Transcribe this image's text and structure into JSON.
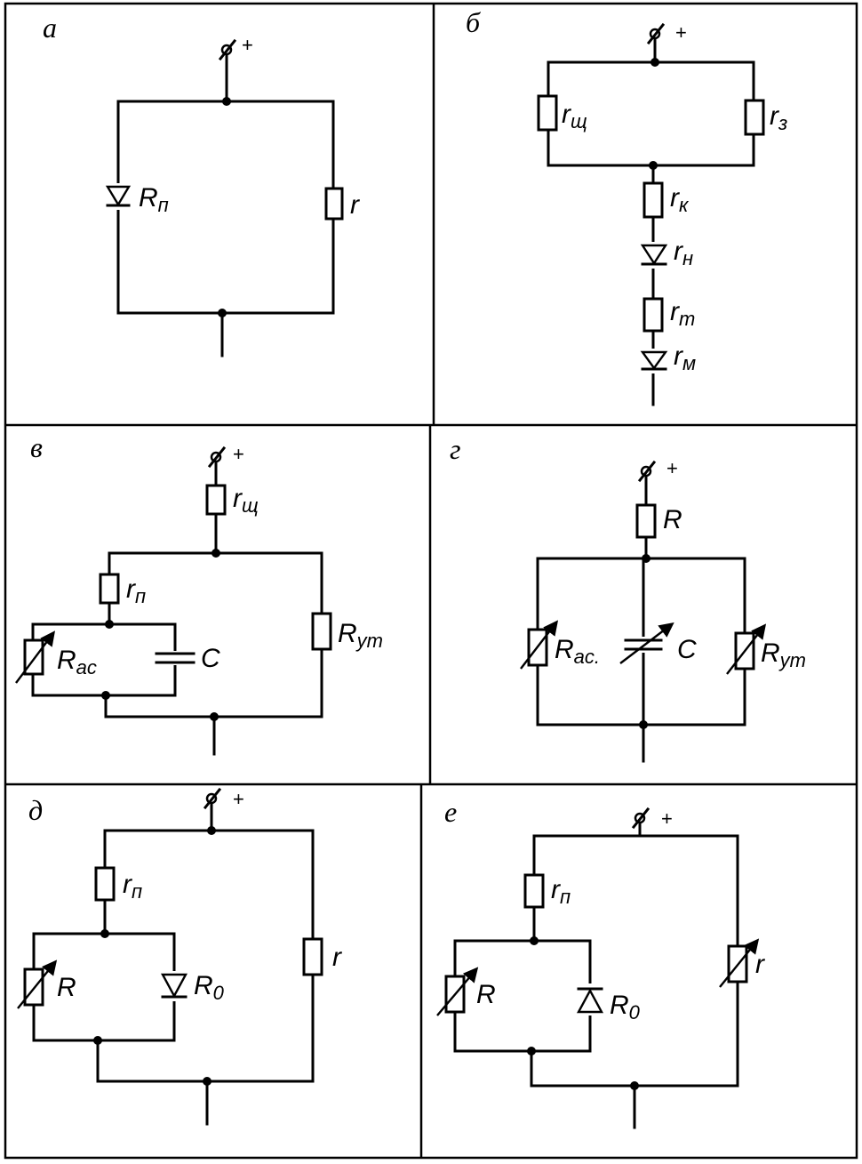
{
  "panels": {
    "a": {
      "label": "а",
      "plus": "+",
      "Rn": {
        "main": "R",
        "sub": "п"
      },
      "r": "r"
    },
    "b": {
      "label": "б",
      "plus": "+",
      "rsh": {
        "main": "r",
        "sub": "щ"
      },
      "rz": {
        "main": "r",
        "sub": "з"
      },
      "rk": {
        "main": "r",
        "sub": "к"
      },
      "rn": {
        "main": "r",
        "sub": "н"
      },
      "rt": {
        "main": "r",
        "sub": "т"
      },
      "rm": {
        "main": "r",
        "sub": "м"
      }
    },
    "v": {
      "label": "в",
      "plus": "+",
      "rsh": {
        "main": "r",
        "sub": "щ"
      },
      "rp": {
        "main": "r",
        "sub": "п"
      },
      "Rac": {
        "main": "R",
        "sub": "ас"
      },
      "C": "C",
      "Rut": {
        "main": "R",
        "sub": "ут"
      }
    },
    "g": {
      "label": "г",
      "plus": "+",
      "R": "R",
      "Rac": {
        "main": "R",
        "sub": "ас."
      },
      "C": "C",
      "Rut": {
        "main": "R",
        "sub": "ут"
      }
    },
    "d": {
      "label": "д",
      "plus": "+",
      "rn": {
        "main": "r",
        "sub": "п"
      },
      "R": "R",
      "R0": {
        "main": "R",
        "sub": "0"
      },
      "r": "r"
    },
    "e": {
      "label": "е",
      "plus": "+",
      "rp": {
        "main": "r",
        "sub": "п"
      },
      "R": "R",
      "R0": {
        "main": "R",
        "sub": "0"
      },
      "r": "r"
    }
  }
}
